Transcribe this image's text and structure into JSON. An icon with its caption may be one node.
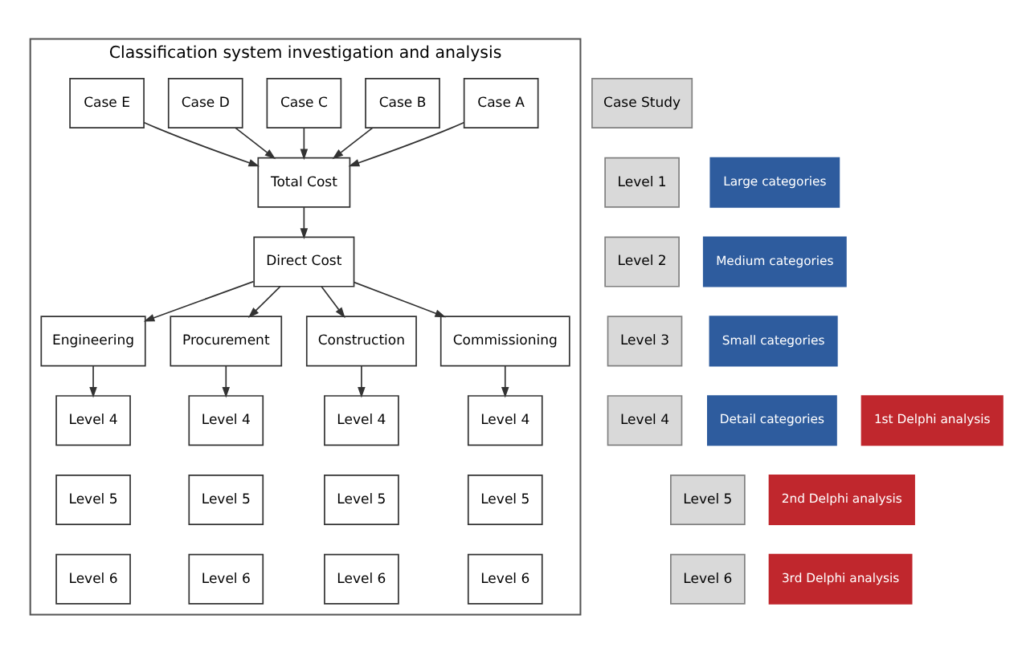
{
  "diagram": {
    "nodes": [
      {
        "text": [
          "Classification system investigation and analysis"
        ]
      },
      {
        "text": [
          "Case Study"
        ]
      },
      {
        "text": [
          "Case A"
        ],
        "in": 0
      },
      {
        "text": [
          "Case B"
        ],
        "in": 0
      },
      {
        "text": [
          "Case C"
        ],
        "in": 0
      },
      {
        "text": [
          "Case D"
        ],
        "in": 0
      },
      {
        "text": [
          "Case E"
        ],
        "in": 0
      },
      {
        "text": [
          "Large categories"
        ]
      },
      {
        "text": [
          "Level 1"
        ]
      },
      {
        "text": [
          "Total Cost"
        ],
        "in": 0
      },
      {
        "text": [
          "Medium categories"
        ]
      },
      {
        "text": [
          "Level 2"
        ]
      },
      {
        "text": [
          "Direct Cost"
        ],
        "in": 0
      },
      {
        "text": [
          "Small categories"
        ]
      },
      {
        "text": [
          "Level 3"
        ]
      },
      {
        "text": [
          "Engineering"
        ],
        "in": 0
      },
      {
        "text": [
          "Procurement"
        ],
        "in": 0
      },
      {
        "text": [
          "Construction"
        ],
        "in": 0
      },
      {
        "text": [
          "Commissioning"
        ],
        "in": 0
      },
      {
        "text": [
          "Detail categories"
        ]
      },
      {
        "text": [
          "Level 4"
        ]
      },
      {
        "text": [
          "Level 5"
        ]
      },
      {
        "text": [
          "Level 6"
        ]
      },
      {
        "text": [
          "Level 4"
        ],
        "in": 0
      },
      {
        "text": [
          "Level 4"
        ],
        "in": 0
      },
      {
        "text": [
          "Level 4"
        ],
        "in": 0
      },
      {
        "text": [
          "Level 4"
        ],
        "in": 0
      },
      {
        "text": [
          "1st Delphi analysis"
        ]
      },
      {
        "text": [
          "Level 5"
        ],
        "in": 0
      },
      {
        "text": [
          "Level 5"
        ],
        "in": 0
      },
      {
        "text": [
          "Level 5"
        ],
        "in": 0
      },
      {
        "text": [
          "Level 5"
        ],
        "in": 0
      },
      {
        "text": [
          "2nd Delphi analysis"
        ]
      },
      {
        "text": [
          "Level 6"
        ],
        "in": 0
      },
      {
        "text": [
          "Level 6"
        ],
        "in": 0
      },
      {
        "text": [
          "Level 6"
        ],
        "in": 0
      },
      {
        "text": [
          "Level 6"
        ],
        "in": 0
      },
      {
        "text": [
          "3rd Delphi analysis"
        ]
      }
    ],
    "edges": [
      {
        "from": 2,
        "to": 9,
        "arrow": "to"
      },
      {
        "from": 3,
        "to": 9,
        "arrow": "to"
      },
      {
        "from": 4,
        "to": 9,
        "arrow": "to"
      },
      {
        "from": 5,
        "to": 9,
        "arrow": "to"
      },
      {
        "from": 6,
        "to": 9,
        "arrow": "to"
      },
      {
        "from": 9,
        "to": 12,
        "arrow": "to"
      },
      {
        "from": 12,
        "to": 15,
        "arrow": "to"
      },
      {
        "from": 12,
        "to": 16,
        "arrow": "to"
      },
      {
        "from": 12,
        "to": 17,
        "arrow": "to"
      },
      {
        "from": 12,
        "to": 18,
        "arrow": "to"
      },
      {
        "from": 15,
        "to": 23,
        "arrow": "to"
      },
      {
        "from": 16,
        "to": 24,
        "arrow": "to"
      },
      {
        "from": 17,
        "to": 25,
        "arrow": "to"
      },
      {
        "from": 18,
        "to": 26,
        "arrow": "to"
      }
    ]
  }
}
